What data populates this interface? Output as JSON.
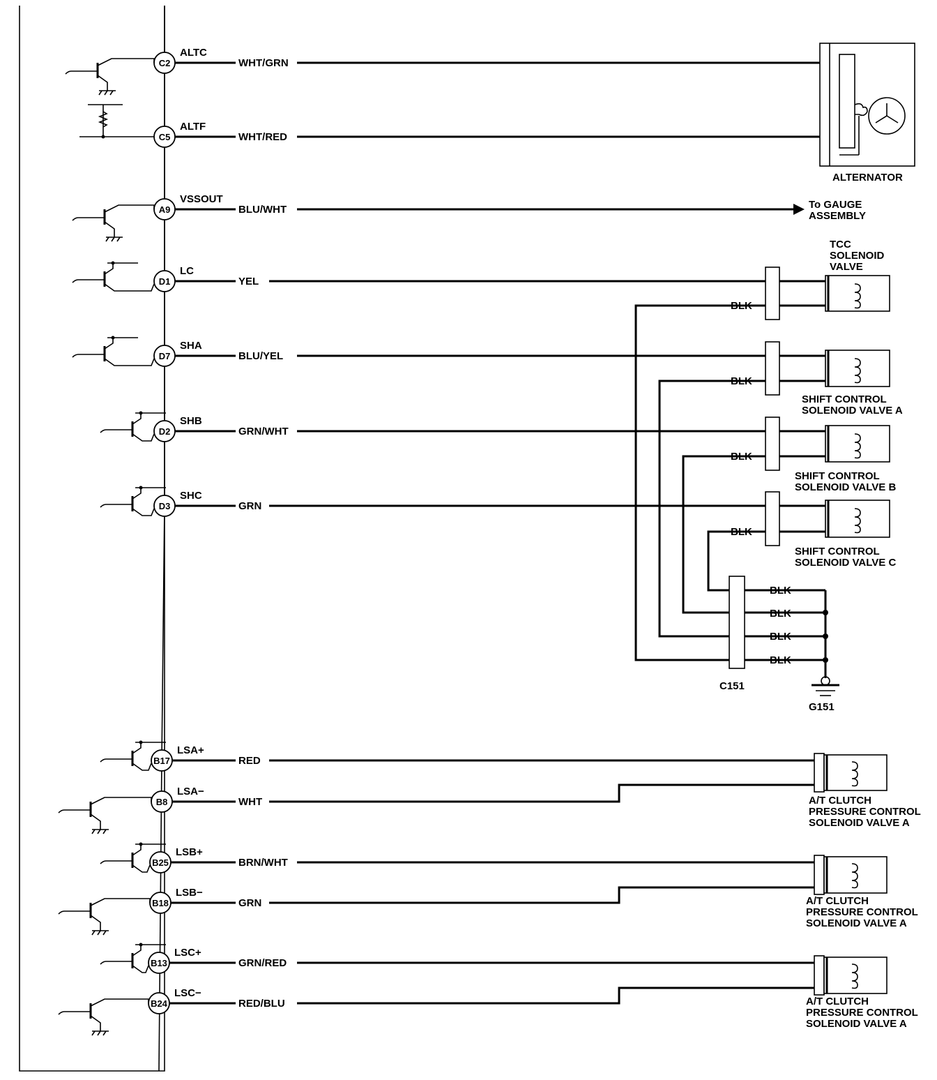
{
  "pins": [
    {
      "id": "C2",
      "signal": "ALTC",
      "wire": "WHT/GRN"
    },
    {
      "id": "C5",
      "signal": "ALTF",
      "wire": "WHT/RED"
    },
    {
      "id": "A9",
      "signal": "VSSOUT",
      "wire": "BLU/WHT"
    },
    {
      "id": "D1",
      "signal": "LC",
      "wire": "YEL"
    },
    {
      "id": "D7",
      "signal": "SHA",
      "wire": "BLU/YEL"
    },
    {
      "id": "D2",
      "signal": "SHB",
      "wire": "GRN/WHT"
    },
    {
      "id": "D3",
      "signal": "SHC",
      "wire": "GRN"
    },
    {
      "id": "B17",
      "signal": "LSA+",
      "wire": "RED"
    },
    {
      "id": "B8",
      "signal": "LSA−",
      "wire": "WHT"
    },
    {
      "id": "B25",
      "signal": "LSB+",
      "wire": "BRN/WHT"
    },
    {
      "id": "B18",
      "signal": "LSB−",
      "wire": "GRN"
    },
    {
      "id": "B13",
      "signal": "LSC+",
      "wire": "GRN/RED"
    },
    {
      "id": "B24",
      "signal": "LSC−",
      "wire": "RED/BLU"
    }
  ],
  "components": {
    "alternator": "ALTERNATOR",
    "gauge_line1": "To GAUGE",
    "gauge_line2": "ASSEMBLY",
    "tcc": [
      "TCC",
      "SOLENOID",
      "VALVE"
    ],
    "shift_a": [
      "SHIFT CONTROL",
      "SOLENOID VALVE A"
    ],
    "shift_b": [
      "SHIFT CONTROL",
      "SOLENOID VALVE B"
    ],
    "shift_c": [
      "SHIFT CONTROL",
      "SOLENOID VALVE C"
    ],
    "clutch_a1": [
      "A/T CLUTCH",
      "PRESSURE CONTROL",
      "SOLENOID VALVE A"
    ],
    "clutch_a2": [
      "A/T CLUTCH",
      "PRESSURE CONTROL",
      "SOLENOID VALVE A"
    ],
    "clutch_a3": [
      "A/T CLUTCH",
      "PRESSURE CONTROL",
      "SOLENOID VALVE A"
    ]
  },
  "ground": {
    "wire": "BLK",
    "connector": "C151",
    "ground_point": "G151"
  }
}
